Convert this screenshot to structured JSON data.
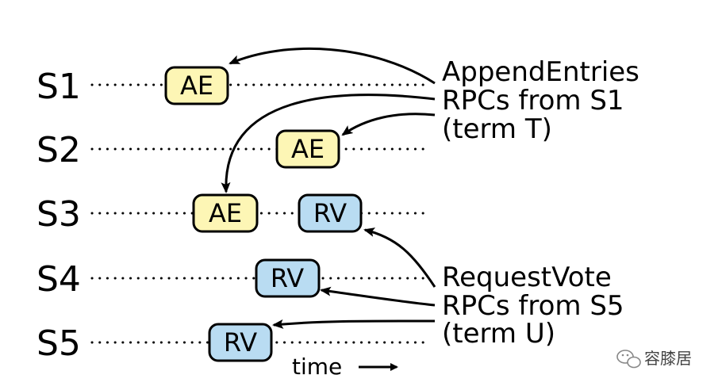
{
  "servers": {
    "s1": "S1",
    "s2": "S2",
    "s3": "S3",
    "s4": "S4",
    "s5": "S5"
  },
  "messages": {
    "s1_ae": "AE",
    "s2_ae": "AE",
    "s3_ae": "AE",
    "s3_rv": "RV",
    "s4_rv": "RV",
    "s5_rv": "RV"
  },
  "annotations": {
    "append_entries": {
      "line1": "AppendEntries",
      "line2": "RPCs from S1",
      "line3": "(term T)"
    },
    "request_vote": {
      "line1": "RequestVote",
      "line2": "RPCs from S5",
      "line3": "(term U)"
    }
  },
  "time_axis": {
    "label": "time"
  },
  "watermark": {
    "text": "容膝居",
    "icon": "wechat-icon"
  },
  "colors": {
    "append_entries_fill": "#fdf6b5",
    "request_vote_fill": "#b9dcf2"
  }
}
